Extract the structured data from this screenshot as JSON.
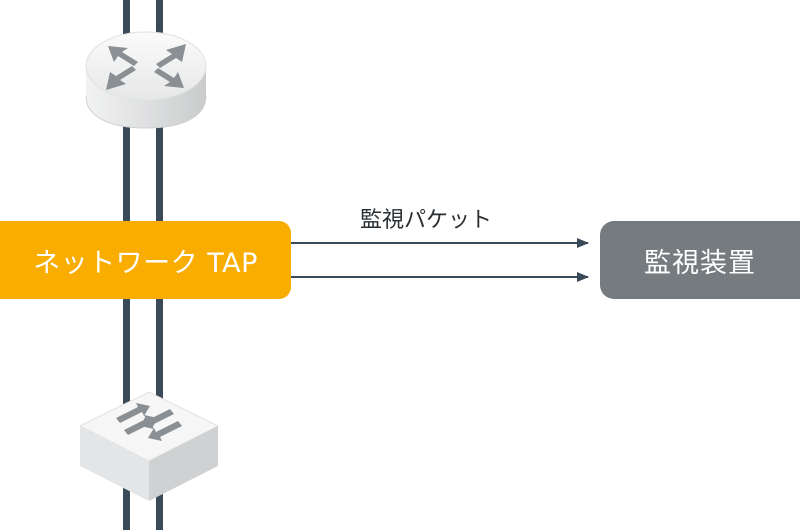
{
  "tap": {
    "label": "ネットワーク TAP"
  },
  "monitor": {
    "label": "監視装置"
  },
  "link": {
    "label": "監視パケット"
  },
  "colors": {
    "tap": "#f9ad00",
    "monitor": "#757b7f",
    "cable": "#3b4a59",
    "device": "#e9eaeb"
  },
  "icons": {
    "router": "router-icon",
    "switch": "switch-icon"
  }
}
